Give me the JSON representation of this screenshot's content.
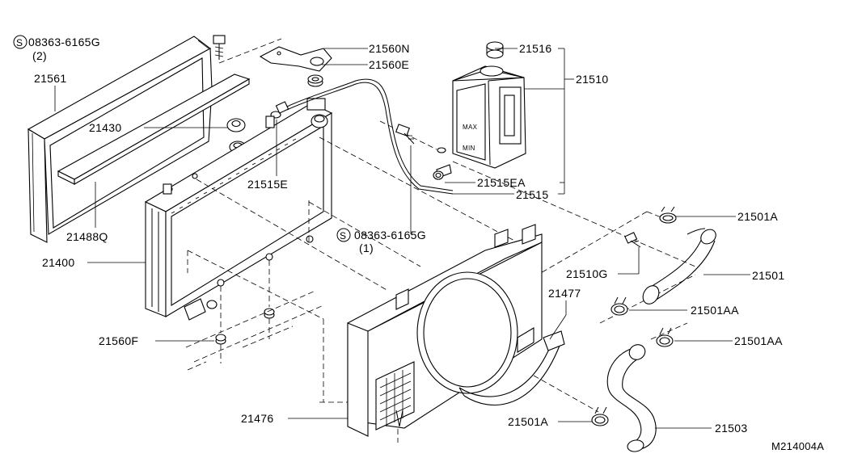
{
  "diagram": {
    "code": "M214004A",
    "callouts": {
      "bolt_top": "08363-6165G",
      "bolt_top_qty": "(2)",
      "shroud_upper": "21561",
      "seal": "21430",
      "seal_strip": "21488Q",
      "radiator": "21400",
      "mount_rubber": "21560F",
      "bracket": "21560N",
      "grommet": "21560E",
      "drain_plug": "21515E",
      "bolt_mid": "08363-6165G",
      "bolt_mid_qty": "(1)",
      "cap": "21516",
      "reservoir_tank": "21510",
      "hose_clip": "21515EA",
      "hose_reservoir": "21515",
      "clamp_a_top": "21501A",
      "bolt_tank": "21510G",
      "hose_upper": "21501",
      "clamp_aa_1": "21501AA",
      "clamp_aa_2": "21501AA",
      "shroud_lower": "21477",
      "shroud": "21476",
      "clamp_a_bottom": "21501A",
      "hose_lower": "21503"
    }
  }
}
